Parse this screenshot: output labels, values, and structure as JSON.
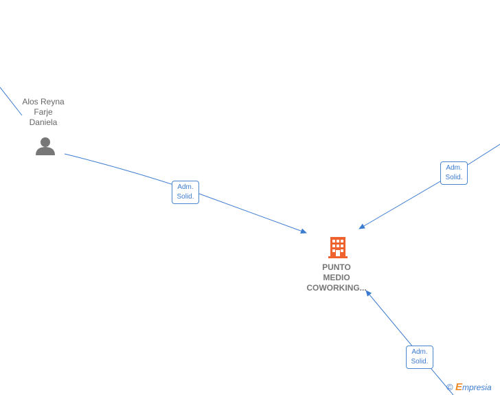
{
  "nodes": {
    "person": {
      "name_lines": [
        "Alos Reyna",
        "Farje",
        "Daniela"
      ],
      "icon": "person-icon"
    },
    "company": {
      "name_lines": [
        "PUNTO",
        "MEDIO",
        "COWORKING..."
      ],
      "icon": "building-icon"
    }
  },
  "edges": [
    {
      "label_lines": [
        "Adm.",
        "Solid."
      ]
    },
    {
      "label_lines": [
        "Adm.",
        "Solid."
      ]
    },
    {
      "label_lines": [
        "Adm.",
        "Solid."
      ]
    }
  ],
  "brand": {
    "copyright": "©",
    "name_first": "E",
    "name_rest": "mpresia"
  },
  "colors": {
    "edge": "#3b7bd0",
    "company_icon": "#f0622d",
    "person_icon": "#777777"
  }
}
